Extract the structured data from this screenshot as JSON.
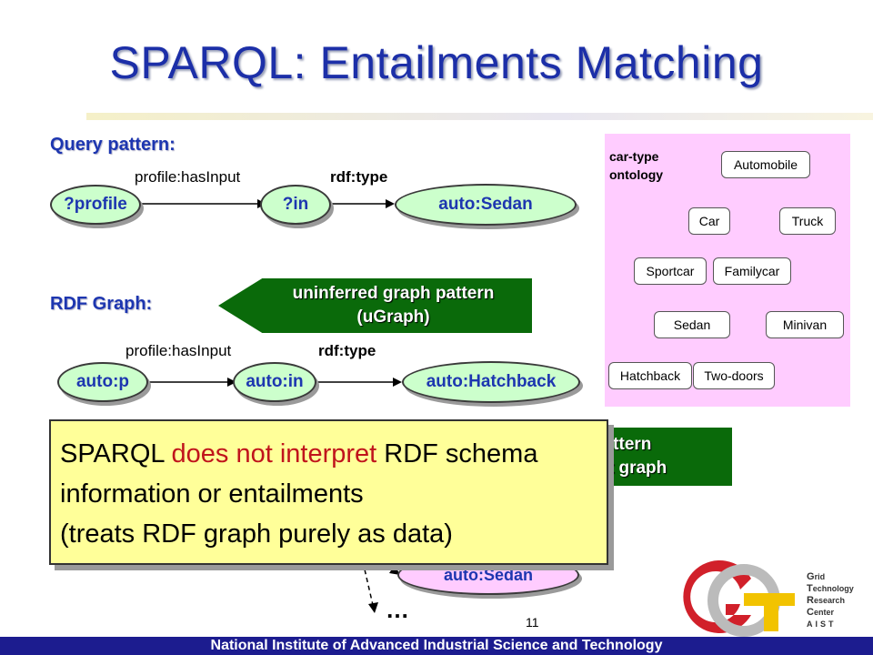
{
  "slide": {
    "title": "SPARQL: Entailments Matching",
    "page_number": "11",
    "footer": "National Institute of Advanced Industrial Science and Technology"
  },
  "query": {
    "section_label": "Query pattern:",
    "edge1": "profile:hasInput",
    "edge2": "rdf:type",
    "node1": "?profile",
    "node2": "?in",
    "node3": "auto:Sedan"
  },
  "rdf": {
    "section_label": "RDF Graph:",
    "edge1": "profile:hasInput",
    "edge2": "rdf:type",
    "node1": "auto:p",
    "node2": "auto:in",
    "node3": "auto:Hatchback"
  },
  "banner": {
    "line1": "uninferred graph pattern",
    "line2": "(uGraph)"
  },
  "banner2": {
    "line1": "pattern",
    "line2": "ult graph"
  },
  "lower": {
    "node": "auto:Sedan",
    "ellipsis": "…"
  },
  "ontology": {
    "title_line1": "car-type",
    "title_line2": "ontology",
    "classes": {
      "automobile": "Automobile",
      "car": "Car",
      "truck": "Truck",
      "sportcar": "Sportcar",
      "familycar": "Familycar",
      "sedan": "Sedan",
      "minivan": "Minivan",
      "hatchback": "Hatchback",
      "twodoors": "Two-doors"
    }
  },
  "callout": {
    "part1": "SPARQL ",
    "part2": "does not interpret",
    "part3": " RDF schema information or entailments",
    "line2": "(treats RDF graph purely as data)"
  },
  "logo": {
    "letters": [
      "G",
      "T",
      "R",
      "C",
      "AIST"
    ],
    "rest": [
      "rid",
      "echnology",
      "esearch",
      "enter",
      ""
    ]
  }
}
